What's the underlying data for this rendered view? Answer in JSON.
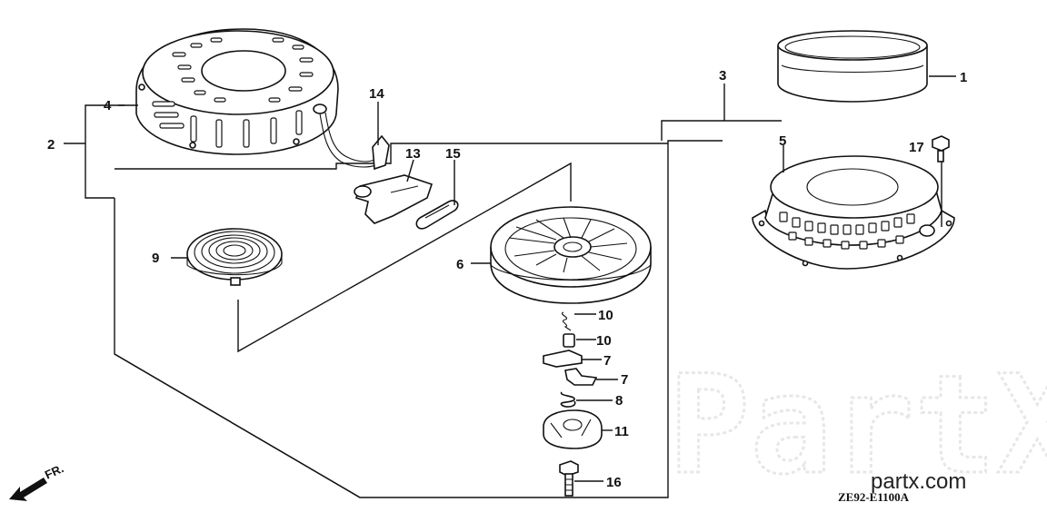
{
  "callouts": {
    "c1": "1",
    "c2": "2",
    "c3": "3",
    "c4": "4",
    "c5": "5",
    "c6": "6",
    "c7a": "7",
    "c7b": "7",
    "c8": "8",
    "c9": "9",
    "c10a": "10",
    "c10b": "10",
    "c11": "11",
    "c13": "13",
    "c14": "14",
    "c15": "15",
    "c16": "16",
    "c17": "17"
  },
  "direction_label": "FR.",
  "drawing_code": "ZE92-E1100A",
  "watermark": {
    "logo_text": "PartX",
    "site": "partx.com"
  },
  "colors": {
    "line": "#111111",
    "background": "#ffffff",
    "watermark": "#d9d9d9"
  },
  "icons": {
    "direction_arrow": "front-direction-arrow-icon"
  }
}
